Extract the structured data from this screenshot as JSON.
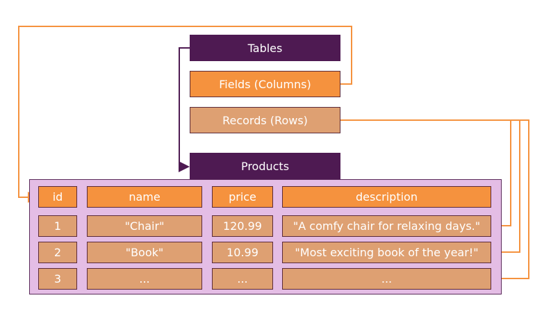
{
  "legend": {
    "tables": "Tables",
    "fields": "Fields (Columns)",
    "records": "Records (Rows)"
  },
  "table": {
    "name": "Products",
    "headers": [
      "id",
      "name",
      "price",
      "description"
    ],
    "rows": [
      [
        "1",
        "\"Chair\"",
        "120.99",
        "\"A comfy chair for relaxing days.\""
      ],
      [
        "2",
        "\"Book\"",
        "10.99",
        "\"Most exciting book of the year!\""
      ],
      [
        "3",
        "...",
        "...",
        "..."
      ]
    ]
  },
  "colors": {
    "tables": "#4e1a52",
    "fields": "#f5923e",
    "records": "#dea072",
    "panel": "#e4bde5",
    "connector_orange": "#f5923e",
    "connector_purple": "#4e1a52"
  }
}
